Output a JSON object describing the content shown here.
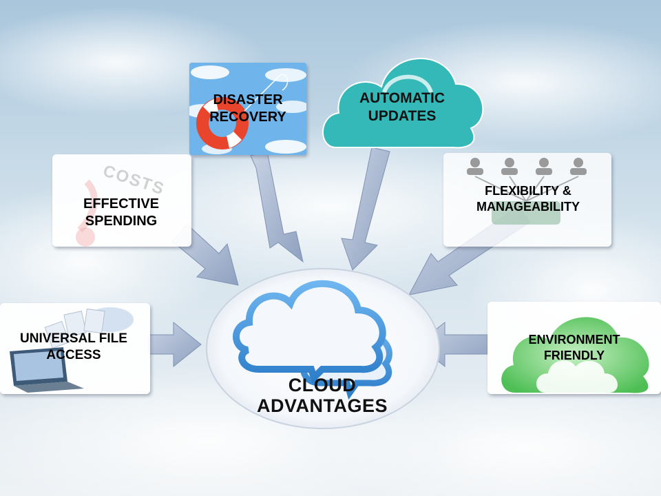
{
  "diagram": {
    "center": {
      "line1": "CLOUD",
      "line2": "ADVANTAGES"
    },
    "nodes": {
      "disaster_recovery": {
        "line1": "DISASTER",
        "line2": "RECOVERY"
      },
      "automatic_updates": {
        "line1": "AUTOMATIC",
        "line2": "UPDATES"
      },
      "effective_spending": {
        "line1": "EFFECTIVE",
        "line2": "SPENDING",
        "watermark": "COSTS"
      },
      "flexibility": {
        "line1": "FLEXIBILITY  &",
        "line2": "MANAGEABILITY"
      },
      "universal_file_access": {
        "line1": "UNIVERSAL FILE",
        "line2": "ACCESS"
      },
      "environment_friendly": {
        "line1": "ENVIRONMENT",
        "line2": "FRIENDLY"
      }
    }
  },
  "colors": {
    "arrow": "#9fb0cc",
    "center_cloud": "#3f8fd6",
    "teal_cloud": "#35b8b8",
    "green_cloud": "#59c35f",
    "sky": "#5aa8e6"
  }
}
